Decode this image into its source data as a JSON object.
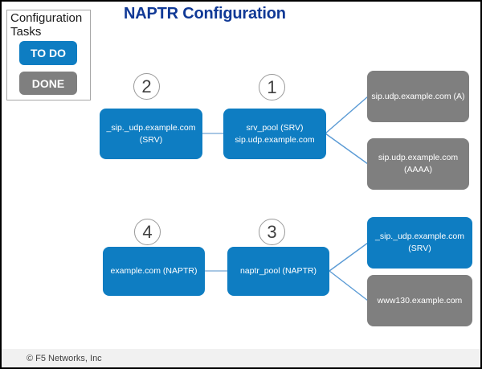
{
  "title": "NAPTR Configuration",
  "legend": {
    "heading": "Configuration Tasks",
    "todo_label": "TO DO",
    "done_label": "DONE"
  },
  "steps": {
    "s1": "1",
    "s2": "2",
    "s3": "3",
    "s4": "4"
  },
  "nodes": {
    "srv_left": "_sip._udp.example.com\n(SRV)",
    "srv_pool": "srv_pool (SRV)\nsip.udp.example.com",
    "a_record": "sip.udp.example.com (A)",
    "aaaa_record": "sip.udp.example.com\n(AAAA)",
    "naptr_left": "example.com (NAPTR)",
    "naptr_pool": "naptr_pool (NAPTR)",
    "srv_right": "_sip._udp.example.com\n(SRV)",
    "www130": "www130.example.com"
  },
  "colors": {
    "title_blue": "#103996",
    "todo_blue": "#0e7dc2",
    "done_gray": "#7f7f7f",
    "connector_blue": "#5b9bd5",
    "connector_pale": "#a8c7e4"
  },
  "footer": {
    "copyright": "© F5 Networks, Inc"
  }
}
